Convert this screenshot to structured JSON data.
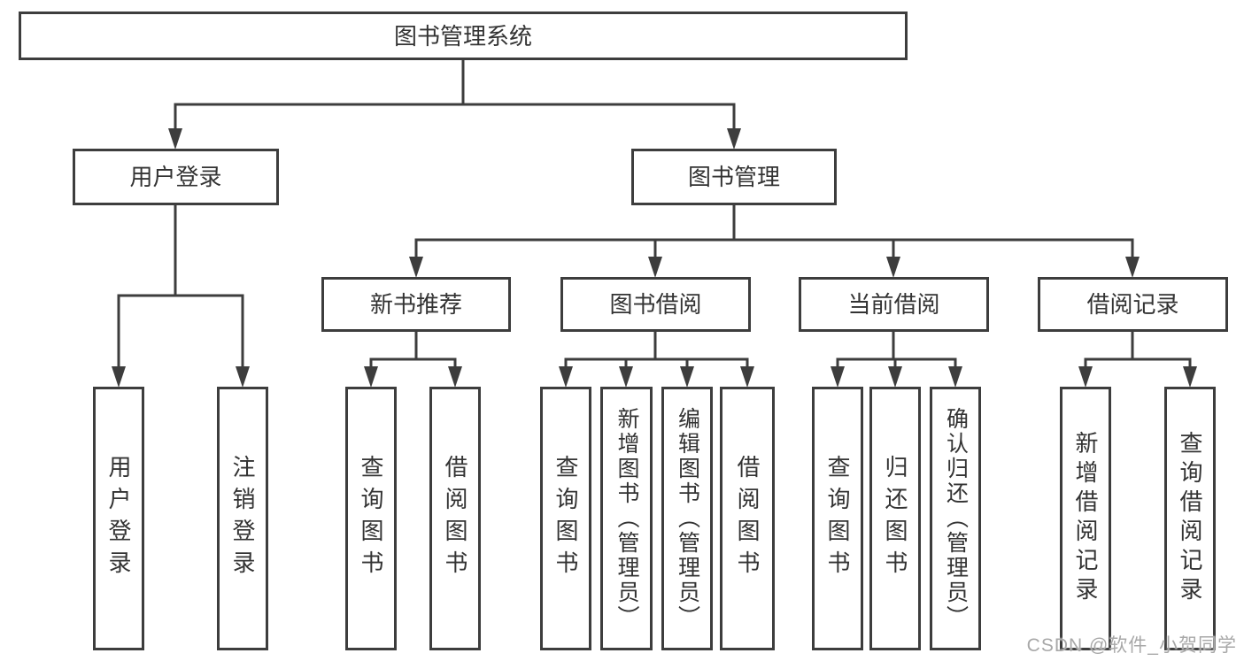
{
  "diagram": {
    "title": "图书管理系统",
    "level1": {
      "user_login": "用户登录",
      "book_mgmt": "图书管理"
    },
    "level2": {
      "new_book_rec": "新书推荐",
      "book_borrow": "图书借阅",
      "current_borrow": "当前借阅",
      "borrow_records": "借阅记录"
    },
    "leaves": {
      "user_login": "用户登录",
      "logout": "注销登录",
      "query_books_1": "查询图书",
      "borrow_books_1": "借阅图书",
      "query_books_2": "查询图书",
      "add_books_admin": "新增图书（管理员）",
      "edit_books_admin": "编辑图书（管理员）",
      "borrow_books_2": "借阅图书",
      "query_books_3": "查询图书",
      "return_books": "归还图书",
      "confirm_return_admin": "确认归还（管理员）",
      "add_borrow_record": "新增借阅记录",
      "query_borrow_record": "查询借阅记录"
    }
  },
  "watermark": "CSDN @软件_小贺同学",
  "colors": {
    "line": "#3d3d3d",
    "box_border": "#3d3d3d",
    "box_fill": "#ffffff",
    "text": "#333333",
    "watermark": "#a8a8a8"
  }
}
